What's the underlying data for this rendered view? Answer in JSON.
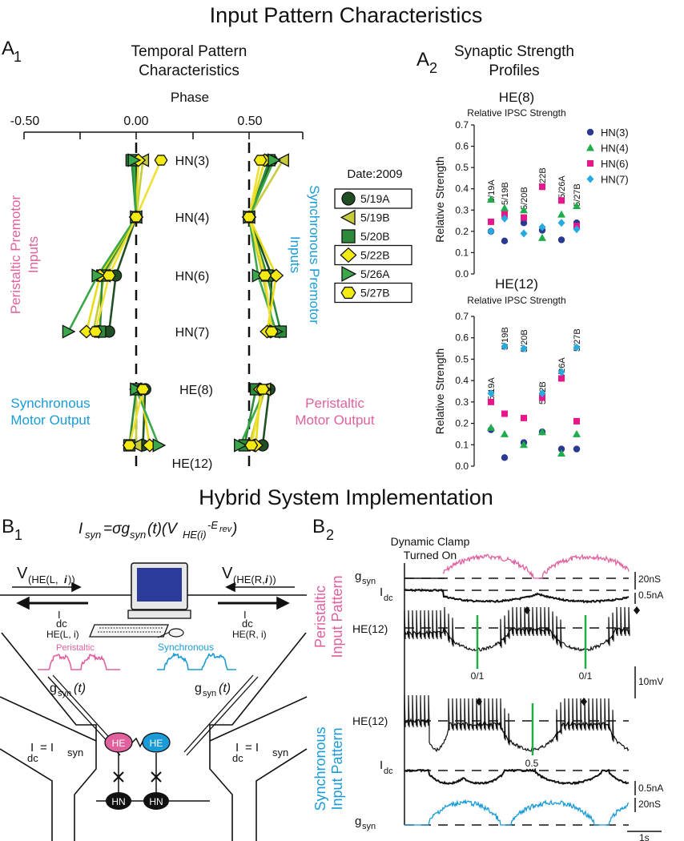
{
  "titles": {
    "top": "Input Pattern Characteristics",
    "bottom": "Hybrid System Implementation"
  },
  "panels": {
    "a1_letter": "A",
    "a1_sub": "1",
    "a2_letter": "A",
    "a2_sub": "2",
    "b1_letter": "B",
    "b1_sub": "1",
    "b2_letter": "B",
    "b2_sub": "2"
  },
  "a1": {
    "title_line1": "Temporal Pattern",
    "title_line2": "Characteristics",
    "axis_label": "Phase",
    "ticks": [
      "-0.50",
      "0.00",
      "0.50"
    ],
    "rows": [
      "HN(3)",
      "HN(4)",
      "HN(6)",
      "HN(7)",
      "HE(8)",
      "HE(12)"
    ],
    "left_label_line1": "Peristaltic Premotor",
    "left_label_line2": "Inputs",
    "right_label_line1": "Synchronous Premotor",
    "right_label_line2": "Inputs",
    "sync_out_line1": "Synchronous",
    "sync_out_line2": "Motor Output",
    "peri_out_line1": "Peristaltic",
    "peri_out_line2": "Motor Output",
    "legend_title": "Date:2009",
    "legend": [
      "5/19A",
      "5/19B",
      "5/20B",
      "5/22B",
      "5/26A",
      "5/27B"
    ],
    "colors": {
      "pink": "#e0619e",
      "blue": "#1a9bd7",
      "darkgreen": "#1f4f23",
      "olive": "#c7cc3a",
      "green": "#2d8a3a",
      "yellow": "#f2ea10",
      "midgreen": "#3aa84a"
    }
  },
  "chart_data": [
    {
      "type": "scatter",
      "title": "Temporal Pattern Characteristics",
      "xlabel": "Phase",
      "xlim": [
        -0.55,
        0.75
      ],
      "categories": [
        "HN(3)",
        "HN(4)",
        "HN(6)",
        "HN(7)",
        "HE(8)",
        "HE(12)"
      ],
      "series": [
        {
          "name": "5/19A",
          "left": [
            0.0,
            0.0,
            -0.09,
            -0.12,
            0.04,
            0.03
          ],
          "right": [
            0.6,
            0.5,
            0.6,
            0.59,
            0.59,
            0.56
          ]
        },
        {
          "name": "5/19B",
          "left": [
            0.03,
            0.0,
            -0.14,
            -0.19,
            0.0,
            0.0
          ],
          "right": [
            0.65,
            0.5,
            0.56,
            0.61,
            0.57,
            0.5
          ]
        },
        {
          "name": "5/20B",
          "left": [
            -0.02,
            0.0,
            -0.15,
            -0.16,
            0.0,
            -0.03
          ],
          "right": [
            0.59,
            0.5,
            0.58,
            0.64,
            0.53,
            0.48
          ]
        },
        {
          "name": "5/22B",
          "left": [
            0.01,
            0.0,
            -0.16,
            -0.22,
            0.02,
            0.06
          ],
          "right": [
            0.57,
            0.5,
            0.62,
            0.58,
            0.55,
            0.53
          ]
        },
        {
          "name": "5/26A",
          "left": [
            -0.01,
            0.0,
            -0.17,
            -0.3,
            0.0,
            0.1
          ],
          "right": [
            0.61,
            0.5,
            0.54,
            0.62,
            0.57,
            0.46
          ]
        },
        {
          "name": "5/27B",
          "left": [
            0.11,
            0.0,
            -0.12,
            -0.18,
            0.03,
            -0.03
          ],
          "right": [
            0.55,
            0.5,
            0.57,
            0.6,
            0.56,
            0.51
          ]
        }
      ]
    },
    {
      "type": "scatter",
      "title": "HE(8)",
      "subtitle": "Relative IPSC Strength",
      "ylabel": "Relative Strength",
      "ylim": [
        0.0,
        0.7
      ],
      "yticks": [
        "0.0",
        "0.1",
        "0.2",
        "0.3",
        "0.4",
        "0.5",
        "0.6",
        "0.7"
      ],
      "categories": [
        "5/19A",
        "5/19B",
        "5/20B",
        "5/22B",
        "5/26A",
        "5/27B"
      ],
      "series": [
        {
          "name": "HN(3)",
          "values": [
            0.2,
            0.155,
            0.24,
            0.205,
            0.16,
            0.24
          ]
        },
        {
          "name": "HN(4)",
          "values": [
            0.35,
            0.31,
            0.3,
            0.17,
            0.28,
            0.32
          ]
        },
        {
          "name": "HN(6)",
          "values": [
            0.245,
            0.28,
            0.265,
            0.41,
            0.345,
            0.225
          ]
        },
        {
          "name": "HN(7)",
          "values": [
            0.2,
            0.26,
            0.19,
            0.22,
            0.24,
            0.21
          ]
        }
      ]
    },
    {
      "type": "scatter",
      "title": "HE(12)",
      "subtitle": "Relative IPSC Strength",
      "ylabel": "Relative Strength",
      "ylim": [
        0.0,
        0.7
      ],
      "yticks": [
        "0.0",
        "0.1",
        "0.2",
        "0.3",
        "0.4",
        "0.5",
        "0.6",
        "0.7"
      ],
      "categories": [
        "5/19A",
        "5/19B",
        "5/20B",
        "5/22B",
        "5/26A",
        "5/27B"
      ],
      "series": [
        {
          "name": "HN(3)",
          "values": [
            0.17,
            0.04,
            0.11,
            0.16,
            0.08,
            0.08
          ]
        },
        {
          "name": "HN(4)",
          "values": [
            0.18,
            0.15,
            0.1,
            0.16,
            0.06,
            0.15
          ]
        },
        {
          "name": "HN(6)",
          "values": [
            0.3,
            0.245,
            0.225,
            0.32,
            0.41,
            0.21
          ]
        },
        {
          "name": "HN(7)",
          "values": [
            0.34,
            0.56,
            0.55,
            0.34,
            0.44,
            0.555
          ]
        }
      ]
    }
  ],
  "a2": {
    "title_line1": "Synaptic Strength",
    "title_line2": "Profiles",
    "legend": [
      "HN(3)",
      "HN(4)",
      "HN(6)",
      "HN(7)"
    ],
    "colors": {
      "hn3": "#2b3990",
      "hn4": "#1fad4b",
      "hn6": "#e8168b",
      "hn7": "#27aae1"
    }
  },
  "b1": {
    "eq_I": "I",
    "eq_I_sub": "syn",
    "eq_mid": "=σg",
    "eq_g_sub": "syn",
    "eq_t": "(t)(V",
    "eq_V_sub": "HE(i)",
    "eq_minus": "-E",
    "eq_E_sub": "rev",
    "eq_close": ")",
    "v_left_main": "V",
    "v_left_sub_a": "(HE(L, ",
    "v_left_sub_i": "i",
    "v_left_sub_b": "))",
    "v_right_main": "V",
    "v_right_sub_a": "(HE(R,",
    "v_right_sub_i": "i",
    "v_right_sub_b": "))",
    "idc": "I",
    "idc_sub": "dc",
    "he_l_i": "HE(L, i)",
    "he_r_i": "HE(R, i)",
    "peristaltic": "Peristaltic",
    "synchronous": "Synchronous",
    "gsyn_g": "g",
    "gsyn_sub": "syn",
    "gsyn_t": "(t)",
    "idc_eq_left": "I",
    "idc_eq_sub1": "dc",
    "idc_eq_mid": " = I",
    "idc_eq_sub2": "syn",
    "he_node": "HE",
    "hn_node": "HN"
  },
  "b2": {
    "clamp_line1": "Dynamic Clamp",
    "clamp_line2": "Turned On",
    "peri_line1": "Peristaltic",
    "peri_line2": "Input Pattern",
    "sync_line1": "Synchronous",
    "sync_line2": "Input Pattern",
    "gsyn": "g",
    "gsyn_sub": "syn",
    "idc": "I",
    "idc_sub": "dc",
    "he12": "HE(12)",
    "scale_20ns": "20nS",
    "scale_05na": "0.5nA",
    "scale_10mv": "10mV",
    "scale_1s": "1s",
    "phase_a": "0/1",
    "phase_b": "0/1",
    "phase_c": "0.5"
  }
}
